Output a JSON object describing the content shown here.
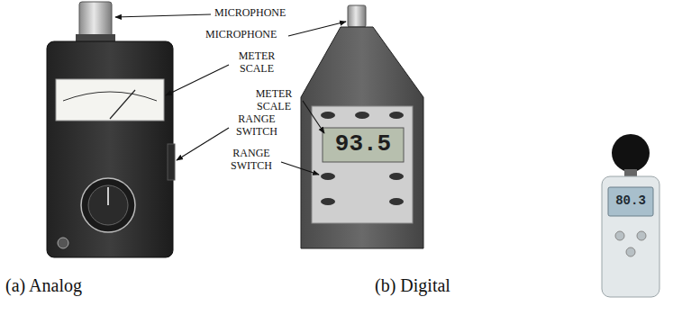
{
  "diagram": {
    "labels": [
      "MICROPHONE",
      "METER SCALE",
      "RANGE SWITCH",
      "MICROPHONE",
      "METER SCALE",
      "RANGE SWITCH",
      "93.5",
      "80.3",
      "(a) Analog",
      "(b) Digital"
    ]
  }
}
